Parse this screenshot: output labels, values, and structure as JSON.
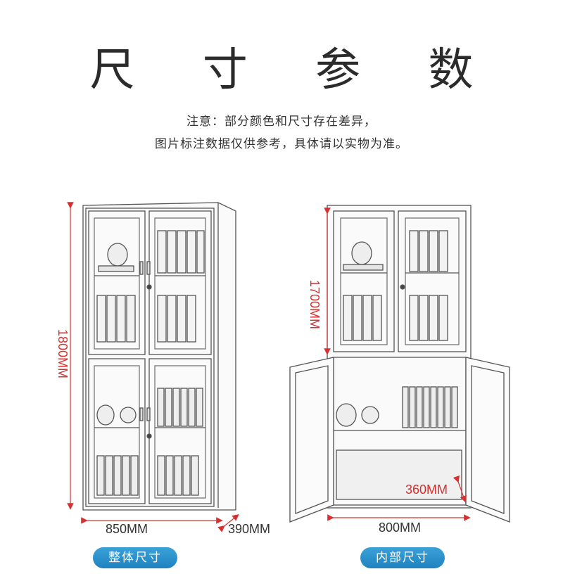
{
  "title": "尺 寸 参 数",
  "notes": {
    "line1": "注意：部分颜色和尺寸存在差异，",
    "line2": "图片标注数据仅供参考，具体请以实物为准。"
  },
  "overall": {
    "height_label": "1800MM",
    "width_label": "850MM",
    "depth_label": "390MM",
    "badge": "整体尺寸"
  },
  "internal": {
    "height_label": "1700MM",
    "width_label": "800MM",
    "depth_label": "360MM",
    "badge": "内部尺寸"
  },
  "colors": {
    "dimension_line": "#d83030",
    "badge": "#2a8fca"
  }
}
